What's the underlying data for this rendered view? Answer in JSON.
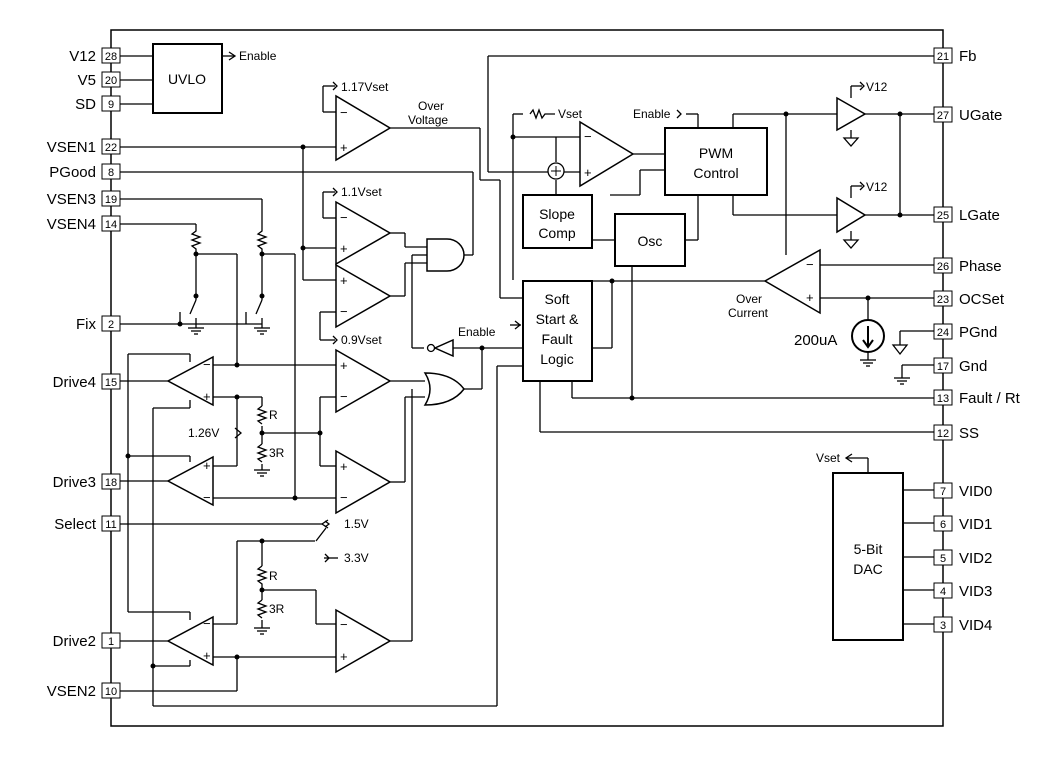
{
  "pins_left": [
    {
      "name": "V12",
      "number": "28"
    },
    {
      "name": "V5",
      "number": "20"
    },
    {
      "name": "SD",
      "number": "9"
    },
    {
      "name": "VSEN1",
      "number": "22"
    },
    {
      "name": "PGood",
      "number": "8"
    },
    {
      "name": "VSEN3",
      "number": "19"
    },
    {
      "name": "VSEN4",
      "number": "14"
    },
    {
      "name": "Fix",
      "number": "2"
    },
    {
      "name": "Drive4",
      "number": "15"
    },
    {
      "name": "Drive3",
      "number": "18"
    },
    {
      "name": "Select",
      "number": "11"
    },
    {
      "name": "Drive2",
      "number": "1"
    },
    {
      "name": "VSEN2",
      "number": "10"
    }
  ],
  "pins_right": [
    {
      "name": "Fb",
      "number": "21"
    },
    {
      "name": "UGate",
      "number": "27"
    },
    {
      "name": "LGate",
      "number": "25"
    },
    {
      "name": "Phase",
      "number": "26"
    },
    {
      "name": "OCSet",
      "number": "23"
    },
    {
      "name": "PGnd",
      "number": "24"
    },
    {
      "name": "Gnd",
      "number": "17"
    },
    {
      "name": "Fault / Rt",
      "number": "13"
    },
    {
      "name": "SS",
      "number": "12"
    },
    {
      "name": "VID0",
      "number": "7"
    },
    {
      "name": "VID1",
      "number": "6"
    },
    {
      "name": "VID2",
      "number": "5"
    },
    {
      "name": "VID3",
      "number": "4"
    },
    {
      "name": "VID4",
      "number": "3"
    }
  ],
  "blocks": {
    "uvlo": "UVLO",
    "pwm": [
      "PWM",
      "Control"
    ],
    "slope": [
      "Slope",
      "Comp"
    ],
    "osc": "Osc",
    "soft": [
      "Soft",
      "Start &",
      "Fault",
      "Logic"
    ],
    "dac": [
      "5-Bit",
      "DAC"
    ]
  },
  "labels": {
    "enable_uvlo": "Enable",
    "ref_117": "1.17Vset",
    "over_voltage": [
      "Over",
      "Voltage"
    ],
    "ref_11": "1.1Vset",
    "ref_09": "0.9Vset",
    "vset_top": "Vset",
    "enable_pwm": "Enable",
    "v12_upper": "V12",
    "v12_lower": "V12",
    "enable_logic": "Enable",
    "over_current": [
      "Over",
      "Current"
    ],
    "current_source": "200uA",
    "r_upper": "R",
    "r3_upper": "3R",
    "ref_126": "1.26V",
    "sel_15": "1.5V",
    "sel_33": "3.3V",
    "r_lower": "R",
    "r3_lower": "3R",
    "vset_dac": "Vset"
  },
  "colors": {
    "line": "#000000",
    "background": "#ffffff"
  }
}
